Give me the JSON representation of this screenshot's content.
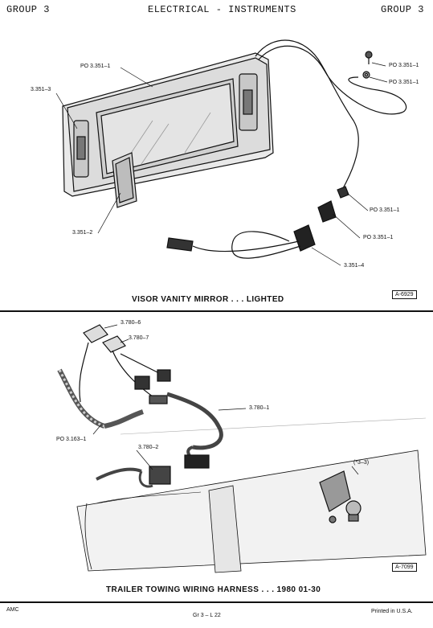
{
  "header": {
    "left": "GROUP 3",
    "center": "ELECTRICAL - INSTRUMENTS",
    "right": "GROUP 3"
  },
  "figure1": {
    "title": "VISOR VANITY MIRROR . . . LIGHTED",
    "ref": "A-6929",
    "callouts": {
      "mirror": "PO 3.351–1",
      "screw": "PO 3.351–1",
      "washer": "PO 3.351–1",
      "bulb": "3.351–3",
      "lens": "3.351–2",
      "connector_a": "PO 3.351–1",
      "connector_b": "PO 3.351–1",
      "harness": "3.351–4"
    }
  },
  "figure2": {
    "title": "TRAILER TOWING WIRING HARNESS . . . 1980 01-30",
    "ref": "A-7099",
    "callouts": {
      "lamp_a": "3.780–6",
      "lamp_b": "3.780–7",
      "main_harness": "3.780–1",
      "loom": "PO 3.163–1",
      "adapter": "3.780–2",
      "hitch": "(*3–3)"
    }
  },
  "footer": {
    "left": "AMC",
    "center": "Gr 3 – L 22",
    "right": "Printed in U.S.A."
  }
}
